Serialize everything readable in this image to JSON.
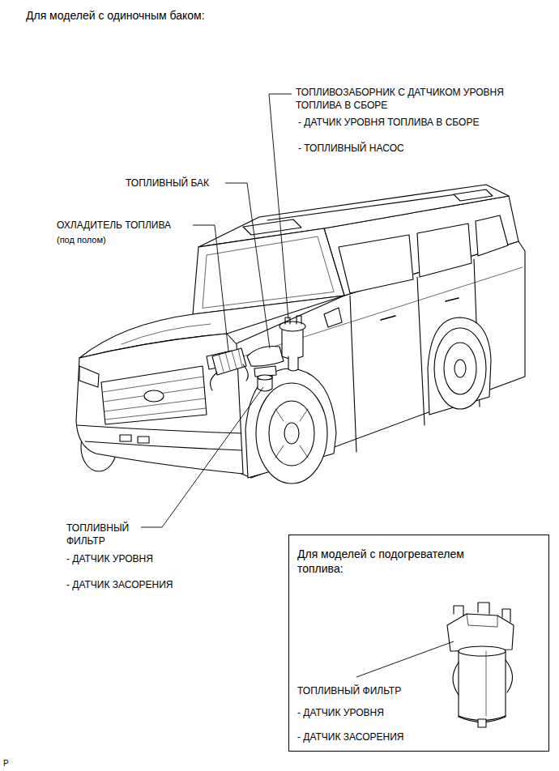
{
  "diagram": {
    "title": "Для моделей с одиночным баком:",
    "nodes": [
      {
        "text": [
          "Для моделей с подогревателем топлива:",
          "ТОПЛИВНЫЙ ФИЛЬТР",
          "- ДАТЧИК УРОВНЯ",
          "- ДАТЧИК ЗАСОРЕНИЯ"
        ]
      }
    ],
    "labels": [
      "ТОПЛИВОЗАБОРНИК С ДАТЧИКОМ УРОВНЯ ТОПЛИВА В СБОРЕ",
      "- ДАТЧИК УРОВНЯ ТОПЛИВА В СБОРЕ",
      "- ТОПЛИВНЫЙ НАСОС",
      "ТОПЛИВНЫЙ БАК",
      "ОХЛАДИТЕЛЬ ТОПЛИВА",
      "(под полом)",
      "ТОПЛИВНЫЙ ФИЛЬТР",
      "- ДАТЧИК УРОВНЯ",
      "- ДАТЧИК ЗАСОРЕНИЯ",
      "P"
    ]
  }
}
